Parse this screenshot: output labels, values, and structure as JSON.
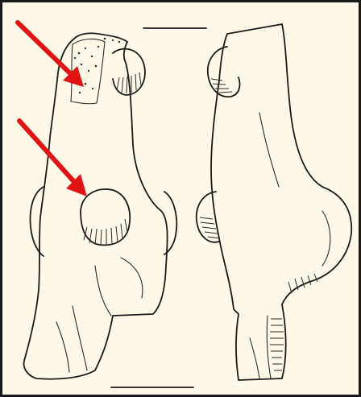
{
  "figure": {
    "background": "#fdf8e8",
    "border_color": "#1a1a1a",
    "ink_color": "#1b1b1b",
    "arrow_color": "#e01414",
    "content": "two-views-of-bone-specimen-line-drawing",
    "arrows": [
      {
        "points_to": "rough-pitted-area"
      },
      {
        "points_to": "round-articular-knob"
      }
    ]
  }
}
